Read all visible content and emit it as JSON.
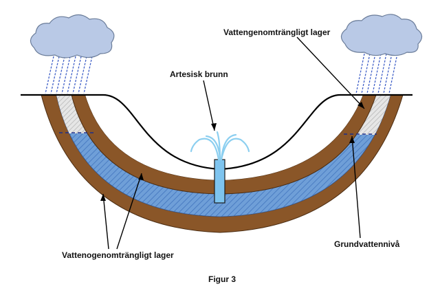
{
  "labels": {
    "artesian_well": "Artesisk brunn",
    "impermeable_top": "Vattengenomträngligt lager",
    "impermeable_bottom": "Vattenogenomträngligt lager",
    "groundwater_level": "Grundvattennivå",
    "caption": "Figur 3"
  },
  "colors": {
    "impermeable_layer": "#8a5628",
    "aquifer": "#5b8fd0",
    "recharge_zone": "#d9d9d9",
    "cloud": "#b9c9e6",
    "rain": "#3f5fc7",
    "fountain": "#8ccff0",
    "ground_line": "#000000"
  },
  "icons": {
    "left_cloud": "rain-cloud-icon",
    "right_cloud": "rain-cloud-icon"
  }
}
